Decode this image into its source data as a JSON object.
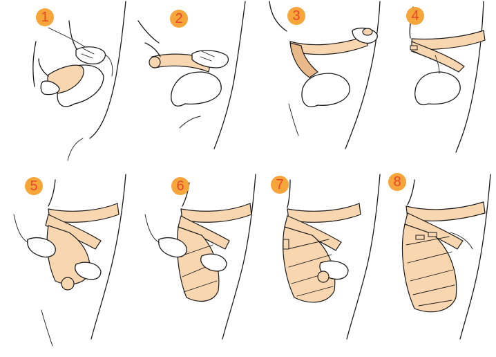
{
  "colors": {
    "badge_fill": "#f5a53a",
    "badge_text": "#e8452c",
    "bandage_fill": "#f8d6b0",
    "bandage_shadow": "#eab98a",
    "outline": "#1a1a1a"
  },
  "steps": [
    {
      "number": "1",
      "icon": "bandage-roll-start-icon"
    },
    {
      "number": "2",
      "icon": "bandage-wrap-across-icon"
    },
    {
      "number": "3",
      "icon": "bandage-around-hip-icon"
    },
    {
      "number": "4",
      "icon": "bandage-hip-clipped-icon"
    },
    {
      "number": "5",
      "icon": "bandage-figure-eight-icon"
    },
    {
      "number": "6",
      "icon": "bandage-stump-wrap-icon"
    },
    {
      "number": "7",
      "icon": "bandage-stump-cover-icon"
    },
    {
      "number": "8",
      "icon": "bandage-complete-icon"
    }
  ]
}
